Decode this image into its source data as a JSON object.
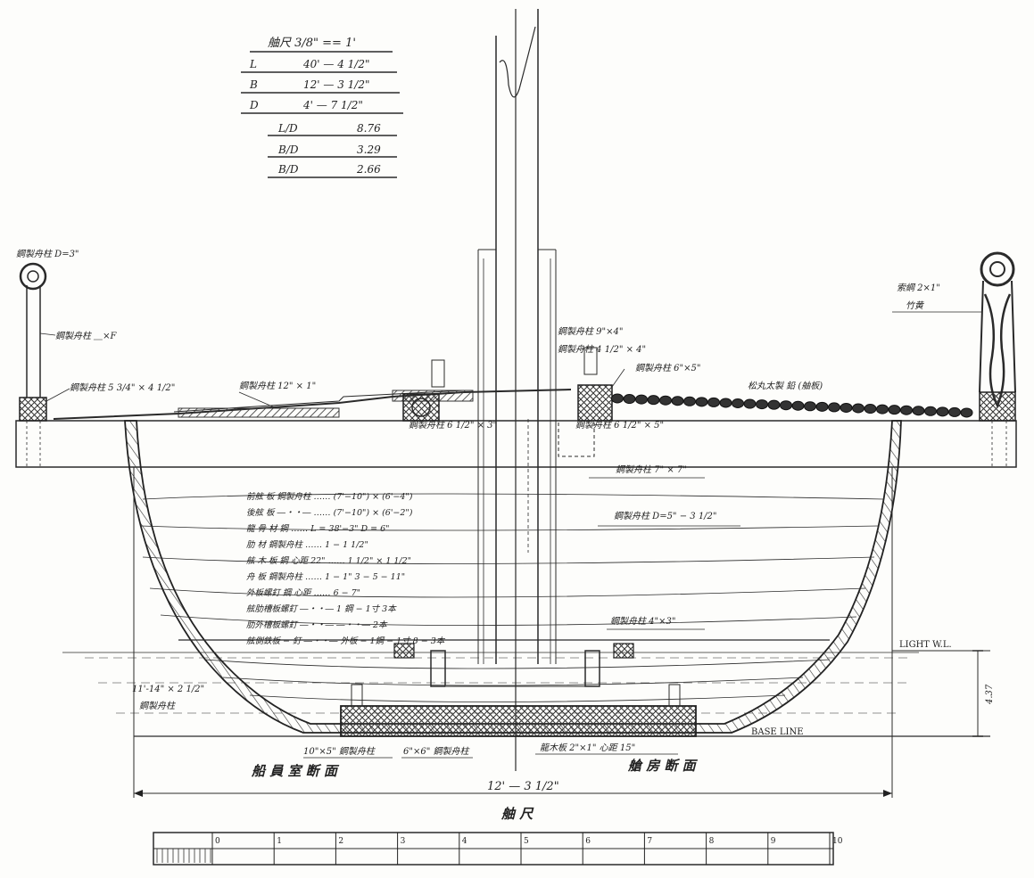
{
  "spec_table": {
    "header": "舳尺  3/8\" == 1'",
    "rows": [
      {
        "label": "L",
        "value": "40' — 4 1/2\""
      },
      {
        "label": "B",
        "value": "12' — 3 1/2\""
      },
      {
        "label": "D",
        "value": "4' — 7 1/2\""
      },
      {
        "label": "L/D",
        "value": "8.76"
      },
      {
        "label": "B/D",
        "value": "3.29"
      },
      {
        "label": "B/D",
        "value": "2.66"
      }
    ]
  },
  "left_annotations": {
    "post_top": "鋼製舟柱 D=3\"",
    "post_mid": "鋼製舟柱 ＿×F",
    "deck_block": "鋼製舟柱 5 3/4\" × 4 1/2\"",
    "deck_plank": "鋼製舟柱 12\" × 1\"",
    "bilge": "11'-14\" × 2 1/2\"",
    "bilge_sub": "鋼製舟柱"
  },
  "center_annotations": {
    "upper_block_1": "鋼製舟柱 9\"×4\"",
    "upper_block_2": "鋼製舟柱 4 1/2\" × 4\"",
    "upper_block_3": "鋼製舟柱 6\"×5\"",
    "chain": "松丸太製 鉛 (舳板)",
    "beam_left": "鋼製舟柱 6 1/2\" × 3\"",
    "beam_right": "鋼製舟柱 6 1/2\" × 5\"",
    "frame_1": "鋼製舟柱 7\" × 7\"",
    "frame_2": "鋼製舟柱 D=5\" − 3 1/2\"",
    "bottom_block": "鋼製舟柱 4\"×3\""
  },
  "right_annotations": {
    "rope": "索綱 2×1\"",
    "rope_sub": "竹黄",
    "light_wl": "LIGHT W.L.",
    "draft": "4.37"
  },
  "member_list": [
    "前舷 板  鋼製舟柱 ……  (7'−10\") × (6'−4\")",
    "後舷 板  ―・・―  ……  (7'−10\") × (6'−2\")",
    "龍 骨 材  鋼  ……  L = 38'−3\"  D = 6\"",
    "肋  材  鋼製舟柱  ……  1 − 1 1/2\"",
    "舷 木 板  鋼  心距 22\"  ……  1 1/2\" × 1 1/2\"",
    "舟  板  鋼製舟柱  ……  1 − 1\"  3 − 5 − 11\"",
    "外板螺釘  鋼  心距  ……  6 − 7\"",
    "舷肋槽板螺釘  ―・・―  1 鋼 − 1寸  3本",
    "肋外槽板螺釘  ―・・―  ―・・―  2本",
    "舷側鉄板 − 釘  ―・・―  外板 − 1鋼 − 1寸  8 − 3本"
  ],
  "bottom_labels": {
    "keel_left": "10\"×5\"  鋼製舟柱",
    "keel_mid": "6\"×6\"  鋼製舟柱",
    "keel_right": "龍木板  2\"×1\"  心距 15\"",
    "base_line": "BASE  LINE",
    "section_left": "船 員 室 断 面",
    "section_right": "艙 房 断 面",
    "width": "12' — 3 1/2\"",
    "scale_title": "舳 尺"
  },
  "scale_bar": {
    "ticks": [
      "0",
      "1",
      "2",
      "3",
      "4",
      "5",
      "6",
      "7",
      "8",
      "9",
      "10"
    ]
  }
}
